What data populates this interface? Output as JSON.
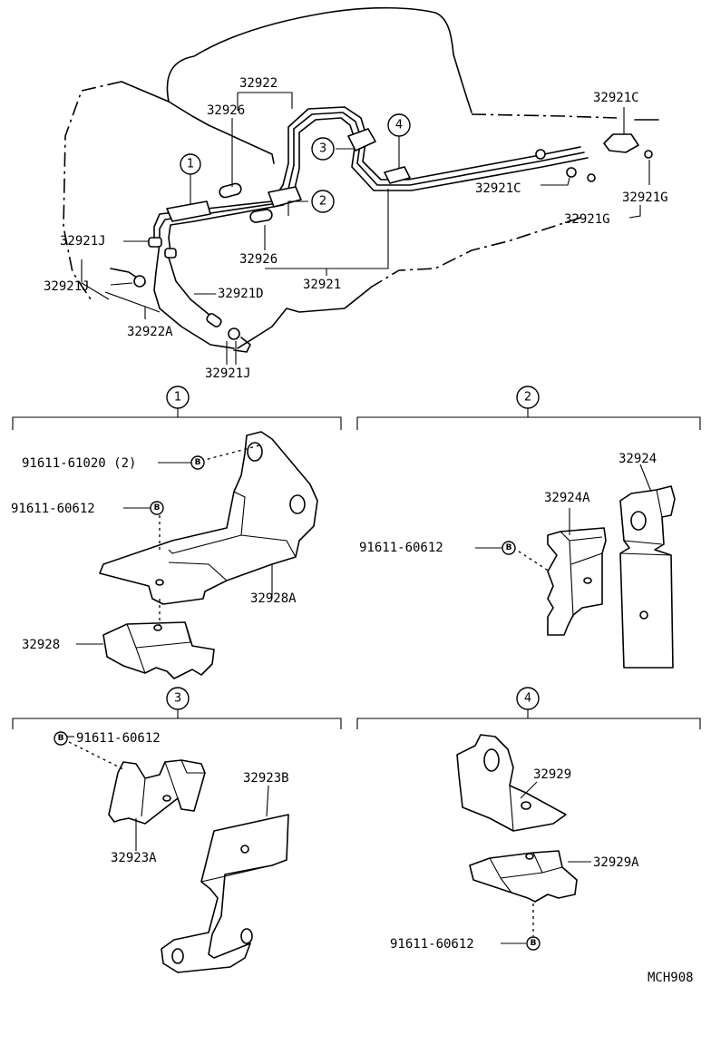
{
  "overview": {
    "p32922": "32922",
    "p32926_top": "32926",
    "p32926_bottom": "32926",
    "p32921c_top": "32921C",
    "p32921c_mid": "32921C",
    "p32921g_right": "32921G",
    "p32921g_mid": "32921G",
    "p32921j_a": "32921J",
    "p32921j_b": "32921J",
    "p32921j_c": "32921J",
    "p32921d": "32921D",
    "p32922a": "32922A",
    "p32921": "32921",
    "callout_1": "1",
    "callout_2": "2",
    "callout_3": "3",
    "callout_4": "4"
  },
  "detail1": {
    "marker": "1",
    "bolt_a": "91611-61020 (2)",
    "bolt_b": "91611-60612",
    "p32928a": "32928A",
    "p32928": "32928",
    "bolt_symbol": "B"
  },
  "detail2": {
    "marker": "2",
    "p32924": "32924",
    "p32924a": "32924A",
    "bolt": "91611-60612",
    "bolt_symbol": "B"
  },
  "detail3": {
    "marker": "3",
    "bolt": "91611-60612",
    "p32923b": "32923B",
    "p32923a": "32923A",
    "bolt_symbol": "B"
  },
  "detail4": {
    "marker": "4",
    "p32929": "32929",
    "p32929a": "32929A",
    "bolt": "91611-60612",
    "bolt_symbol": "B"
  },
  "footer": {
    "code": "MCH908"
  }
}
